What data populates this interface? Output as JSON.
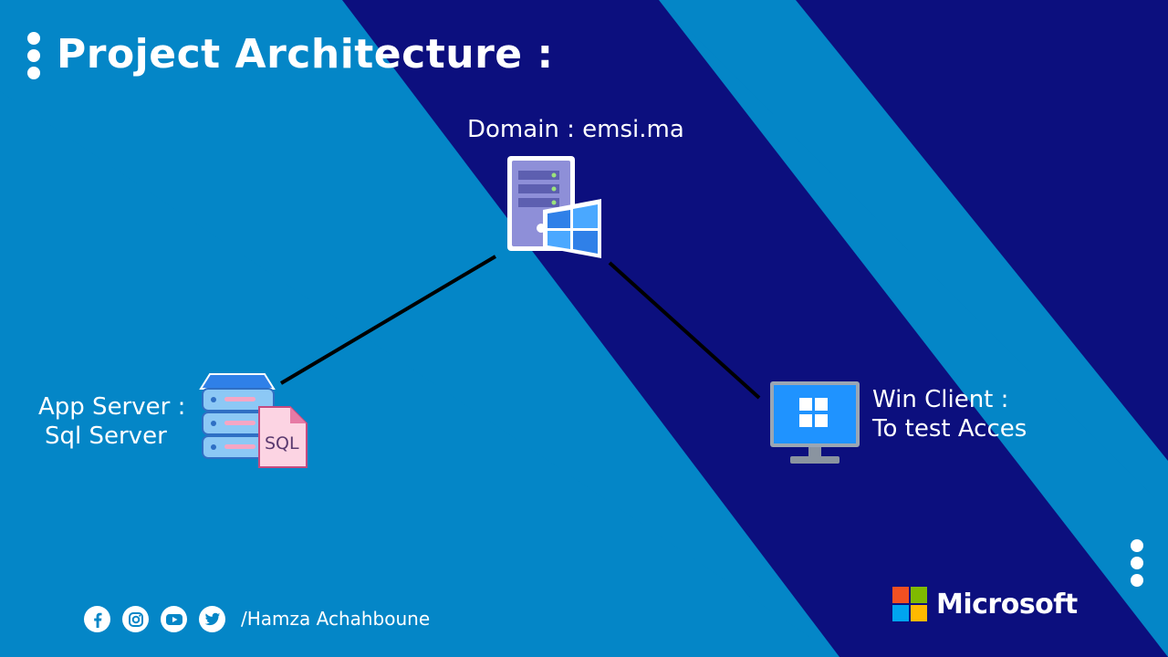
{
  "slide": {
    "title": "Project Architecture :"
  },
  "nodes": {
    "domain": {
      "label": "Domain : emsi.ma"
    },
    "app_server": {
      "label_line1": "App Server :",
      "label_line2": "Sql Server",
      "file_text": "SQL"
    },
    "win_client": {
      "label_line1": "Win Client :",
      "label_line2": "To test Acces"
    }
  },
  "footer": {
    "handle": "/Hamza Achahboune",
    "brand": "Microsoft"
  },
  "social_icons": [
    "facebook-icon",
    "instagram-icon",
    "youtube-icon",
    "twitter-icon"
  ],
  "colors": {
    "background": "#0486c7",
    "stripe": "#0c0f7e",
    "microsoft_red": "#f25022",
    "microsoft_green": "#7fba00",
    "microsoft_blue": "#00a4ef",
    "microsoft_yellow": "#ffb900"
  }
}
